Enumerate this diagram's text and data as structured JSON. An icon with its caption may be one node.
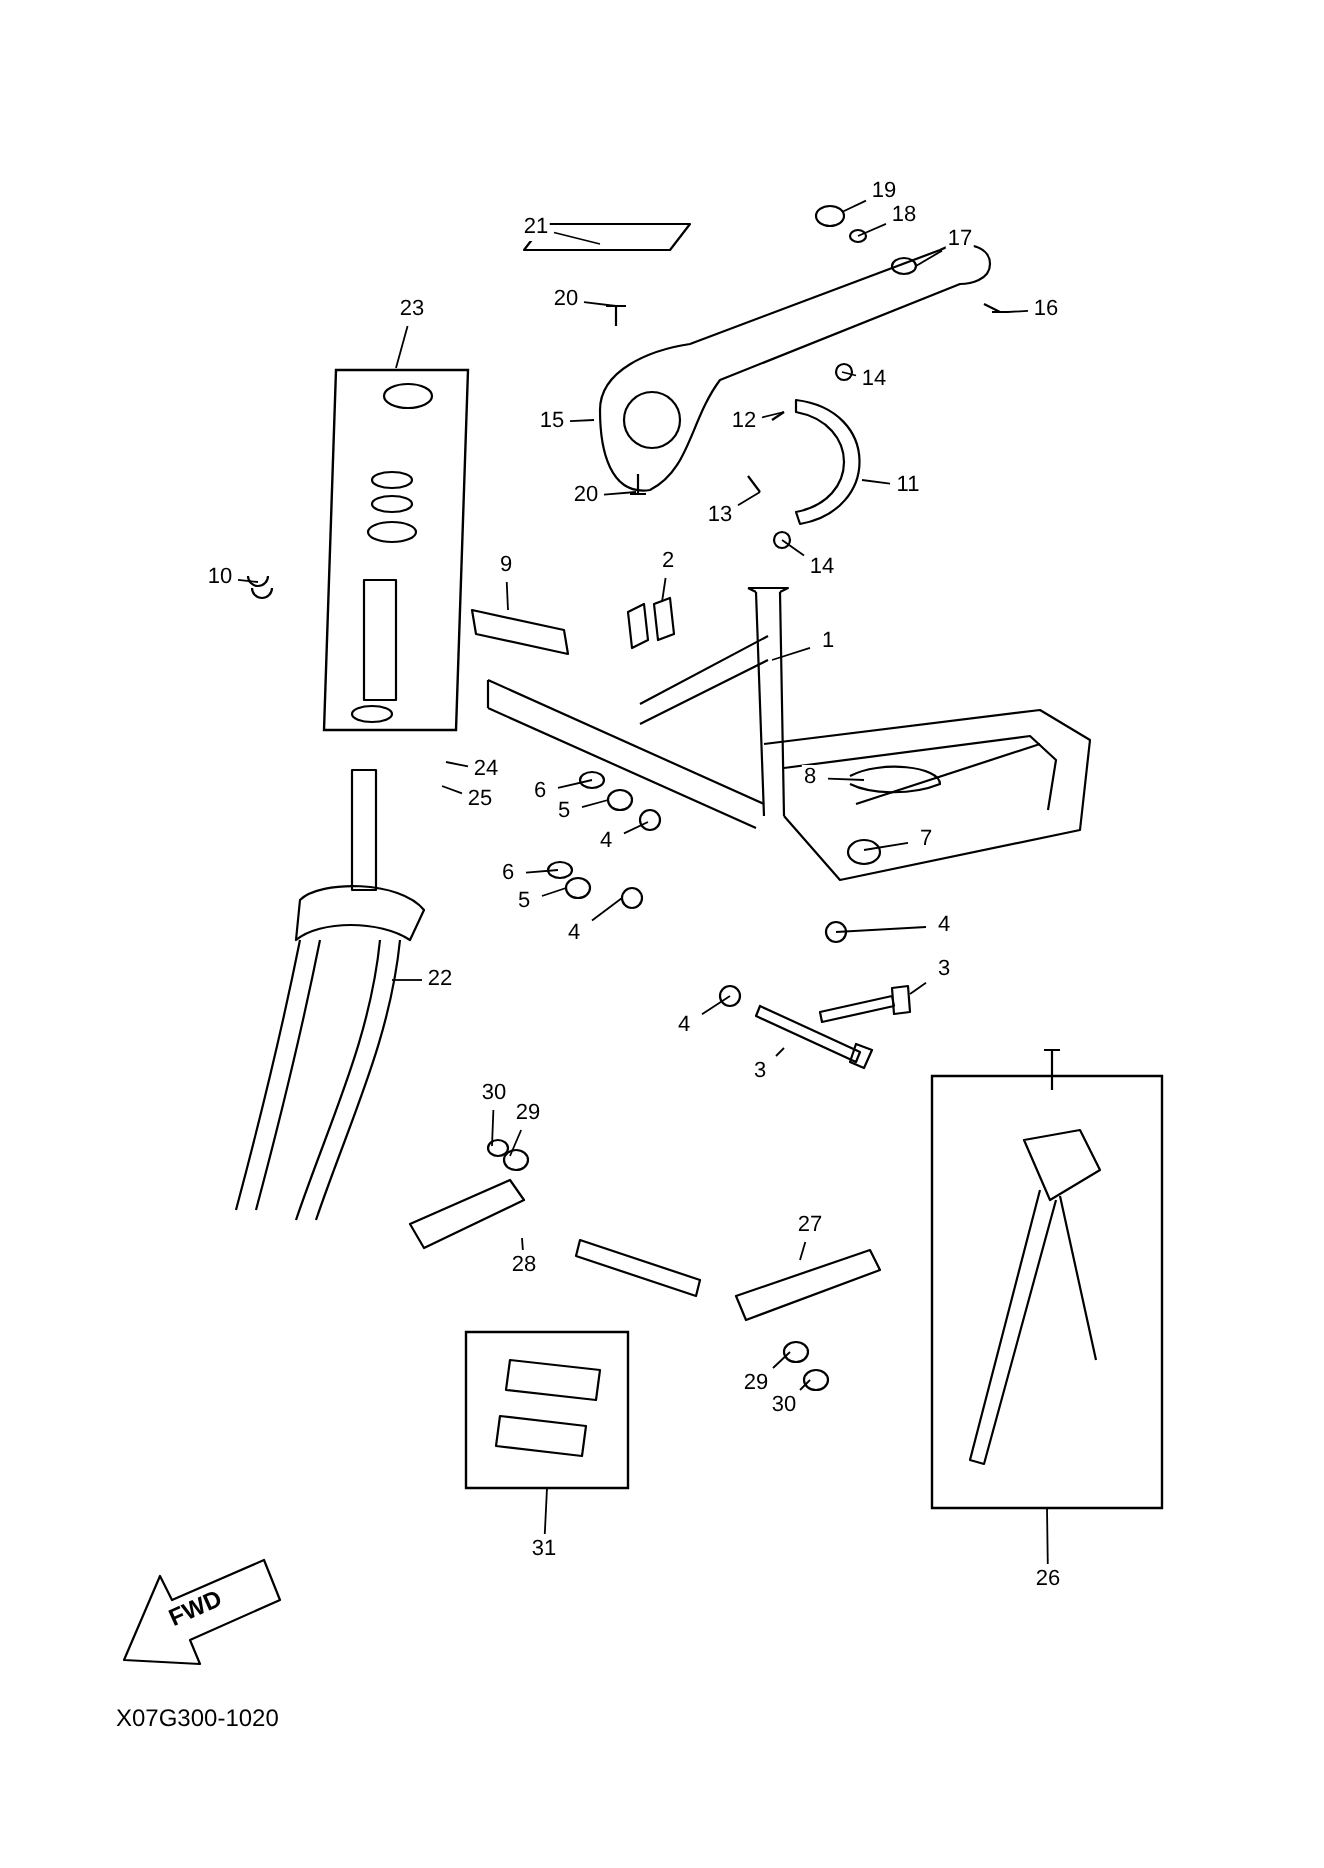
{
  "diagram": {
    "nodes": [
      {
        "text": [
          "19"
        ]
      },
      {
        "text": [
          "18"
        ]
      },
      {
        "text": [
          "21"
        ]
      },
      {
        "text": [
          "17"
        ]
      },
      {
        "text": [
          "20"
        ]
      },
      {
        "text": [
          "23"
        ]
      },
      {
        "text": [
          "16"
        ]
      },
      {
        "text": [
          "14"
        ]
      },
      {
        "text": [
          "15"
        ]
      },
      {
        "text": [
          "12"
        ]
      },
      {
        "text": [
          "11"
        ]
      },
      {
        "text": [
          "20"
        ]
      },
      {
        "text": [
          "13"
        ]
      },
      {
        "text": [
          "14"
        ]
      },
      {
        "text": [],
        "shape": "box"
      },
      {
        "text": [
          "9"
        ]
      },
      {
        "text": [
          "10"
        ]
      },
      {
        "text": [
          "2"
        ]
      },
      {
        "text": [
          "1"
        ]
      },
      {
        "text": [
          "24"
        ]
      },
      {
        "text": [
          "8"
        ]
      },
      {
        "text": [
          "6"
        ]
      },
      {
        "text": [
          "25"
        ]
      },
      {
        "text": [
          "5"
        ]
      },
      {
        "text": [
          "4"
        ]
      },
      {
        "text": [
          "7"
        ]
      },
      {
        "text": [
          "6"
        ]
      },
      {
        "text": [
          "5"
        ]
      },
      {
        "text": [
          "4"
        ]
      },
      {
        "text": [
          "4"
        ]
      },
      {
        "text": [
          "3"
        ]
      },
      {
        "text": [
          "22"
        ]
      },
      {
        "text": [
          "4"
        ]
      },
      {
        "text": [
          "3"
        ]
      },
      {
        "text": [],
        "shape": "box"
      },
      {
        "text": [
          "30"
        ]
      },
      {
        "text": [
          "29"
        ]
      },
      {
        "text": [
          "27"
        ]
      },
      {
        "text": [
          "28"
        ]
      },
      {
        "text": [],
        "shape": "box"
      },
      {
        "text": [
          "29"
        ]
      },
      {
        "text": [
          "30"
        ]
      },
      {
        "text": [
          "31"
        ]
      },
      {
        "text": [
          "26"
        ]
      }
    ],
    "edges": [
      {
        "from": 0,
        "to": null,
        "arrow": "none"
      },
      {
        "from": 1,
        "to": null,
        "arrow": "none"
      },
      {
        "from": 2,
        "to": null,
        "arrow": "none"
      },
      {
        "from": 3,
        "to": null,
        "arrow": "none"
      },
      {
        "from": 4,
        "to": null,
        "arrow": "none"
      },
      {
        "from": 5,
        "to": 14,
        "arrow": "none"
      },
      {
        "from": 6,
        "to": null,
        "arrow": "none"
      },
      {
        "from": 7,
        "to": null,
        "arrow": "none"
      },
      {
        "from": 8,
        "to": null,
        "arrow": "none"
      },
      {
        "from": 9,
        "to": null,
        "arrow": "none"
      },
      {
        "from": 10,
        "to": null,
        "arrow": "none"
      },
      {
        "from": 11,
        "to": null,
        "arrow": "none"
      },
      {
        "from": 12,
        "to": null,
        "arrow": "none"
      },
      {
        "from": 13,
        "to": null,
        "arrow": "none"
      },
      {
        "from": 15,
        "to": null,
        "arrow": "none"
      },
      {
        "from": 16,
        "to": null,
        "arrow": "none"
      },
      {
        "from": 17,
        "to": null,
        "arrow": "none"
      },
      {
        "from": 18,
        "to": null,
        "arrow": "none"
      },
      {
        "from": 19,
        "to": null,
        "arrow": "none"
      },
      {
        "from": 20,
        "to": null,
        "arrow": "none"
      },
      {
        "from": 21,
        "to": null,
        "arrow": "none"
      },
      {
        "from": 22,
        "to": null,
        "arrow": "none"
      },
      {
        "from": 23,
        "to": null,
        "arrow": "none"
      },
      {
        "from": 24,
        "to": null,
        "arrow": "none"
      },
      {
        "from": 25,
        "to": null,
        "arrow": "none"
      },
      {
        "from": 26,
        "to": null,
        "arrow": "none"
      },
      {
        "from": 27,
        "to": null,
        "arrow": "none"
      },
      {
        "from": 28,
        "to": null,
        "arrow": "none"
      },
      {
        "from": 29,
        "to": null,
        "arrow": "none"
      },
      {
        "from": 30,
        "to": null,
        "arrow": "none"
      },
      {
        "from": 31,
        "to": null,
        "arrow": "none"
      },
      {
        "from": 32,
        "to": null,
        "arrow": "none"
      },
      {
        "from": 33,
        "to": null,
        "arrow": "none"
      },
      {
        "from": 35,
        "to": null,
        "arrow": "none"
      },
      {
        "from": 36,
        "to": null,
        "arrow": "none"
      },
      {
        "from": 37,
        "to": null,
        "arrow": "none"
      },
      {
        "from": 38,
        "to": null,
        "arrow": "none"
      },
      {
        "from": 40,
        "to": null,
        "arrow": "none"
      },
      {
        "from": 41,
        "to": null,
        "arrow": "none"
      },
      {
        "from": 42,
        "to": 39,
        "arrow": "none"
      },
      {
        "from": 43,
        "to": 34,
        "arrow": "none"
      }
    ],
    "labels": [
      "FWD",
      "X07G300-1020"
    ]
  }
}
